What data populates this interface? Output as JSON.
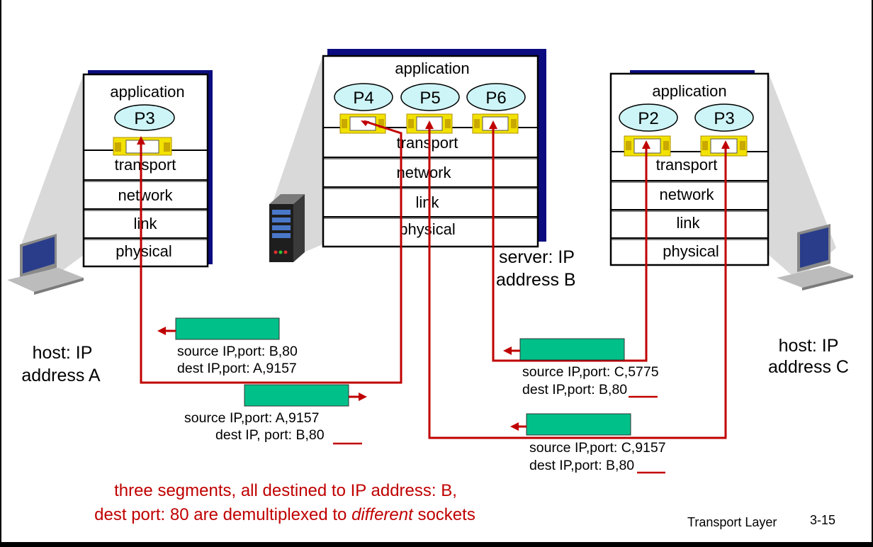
{
  "layers": {
    "application": "application",
    "transport": "transport",
    "network": "network",
    "link": "link",
    "physical": "physical"
  },
  "hostA": {
    "process": "P3",
    "label_line1": "host: IP",
    "label_line2": "address A"
  },
  "server": {
    "processes": [
      "P4",
      "P5",
      "P6"
    ],
    "label_line1": "server: IP",
    "label_line2": "address B"
  },
  "hostC": {
    "processes": [
      "P2",
      "P3"
    ],
    "label_line1": "host: IP",
    "label_line2": "address C"
  },
  "segments": [
    {
      "source": "source IP,port: B,80",
      "dest": "dest IP,port: A,9157"
    },
    {
      "source": "source IP,port: A,9157",
      "dest": "dest IP, port: B,80"
    },
    {
      "source": "source IP,port: C,5775",
      "dest": "dest IP,port: B,80"
    },
    {
      "source": "source IP,port: C,9157",
      "dest": "dest IP,port: B,80"
    }
  ],
  "caption": {
    "line1": "three segments, all destined to IP address: B,",
    "line2_pre": "dest port: 80 are demultiplexed to ",
    "line2_em": "different",
    "line2_post": " sockets"
  },
  "footer": {
    "title": "Transport Layer",
    "page": "3-15"
  },
  "colors": {
    "arrow": "#c00000",
    "segment": "#00c08a",
    "process": "#cdf4f6",
    "socket": "#f2e200",
    "stack_shadow": "#0c0c80"
  }
}
